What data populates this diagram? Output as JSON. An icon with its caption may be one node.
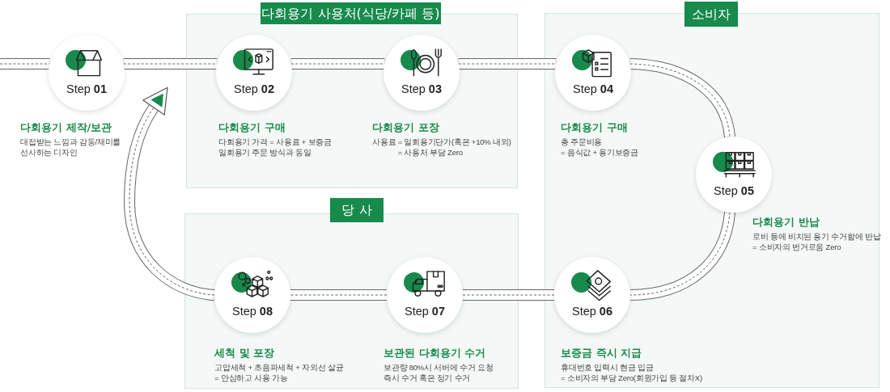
{
  "diagram": {
    "nodes": [
      {
        "text": [
          "Step **01**"
        ],
        "beside": [
          "다회용기 제작/보관",
          "대접받는 느낌과 감동/재미를 선사하는 디자인"
        ]
      },
      {
        "text": [
          "다회용기 사용처(식당/카페 등)"
        ]
      },
      {
        "text": [
          "Step **02**"
        ],
        "in": 1,
        "beside": [
          "다회용기 구매",
          "다회용기 가격 = 사용료 + 보증금 일회용기 주문 방식과 동일"
        ]
      },
      {
        "text": [
          "Step **03**"
        ],
        "in": 1,
        "beside": [
          "다회용기 포장",
          "사용료 = 일회용기단가(혹은 +10% 내외) = 사용처 부담 Zero"
        ]
      },
      {
        "text": [
          "소비자"
        ]
      },
      {
        "text": [
          "Step **04**"
        ],
        "in": 4,
        "beside": [
          "다회용기 구매",
          "총 주문비용 = 음식값 + 용기보증금"
        ]
      },
      {
        "text": [
          "Step **05**"
        ],
        "in": 4,
        "beside": [
          "다회용기 반납",
          "로비 등에 비치된 용기 수거함에 반납 = 소비자의 번거로움 Zero"
        ]
      },
      {
        "text": [
          "Step **06**"
        ],
        "in": 4,
        "beside": [
          "보증금 즉시 지급",
          "휴대번호 입력시 현금 입금 = 소비자의 부담 Zero(회원가입 등 절차X)"
        ]
      },
      {
        "text": [
          "당 사"
        ]
      },
      {
        "text": [
          "Step **07**"
        ],
        "in": 8,
        "beside": [
          "보관된 다회용기 수거",
          "보관량 80%시 서버에 수거 요청 즉시 수거 혹은 정기 수거"
        ]
      },
      {
        "text": [
          "Step **08**"
        ],
        "in": 8,
        "beside": [
          "세척 및 포장",
          "고압세척 + 초음파세척 + 자외선 살균 = 안심하고 사용 가능"
        ]
      }
    ],
    "edges": [
      {
        "from": null,
        "to": 0,
        "arrow": "none"
      },
      {
        "from": 0,
        "to": 2,
        "arrow": "none"
      },
      {
        "from": 2,
        "to": 3,
        "arrow": "none"
      },
      {
        "from": 3,
        "to": 5,
        "arrow": "none"
      },
      {
        "from": 5,
        "to": 6,
        "arrow": "none"
      },
      {
        "from": 6,
        "to": 7,
        "arrow": "none"
      },
      {
        "from": 7,
        "to": 9,
        "arrow": "none"
      },
      {
        "from": 9,
        "to": 10,
        "arrow": "none"
      },
      {
        "from": 10,
        "to": null,
        "arrow": "to"
      }
    ]
  }
}
